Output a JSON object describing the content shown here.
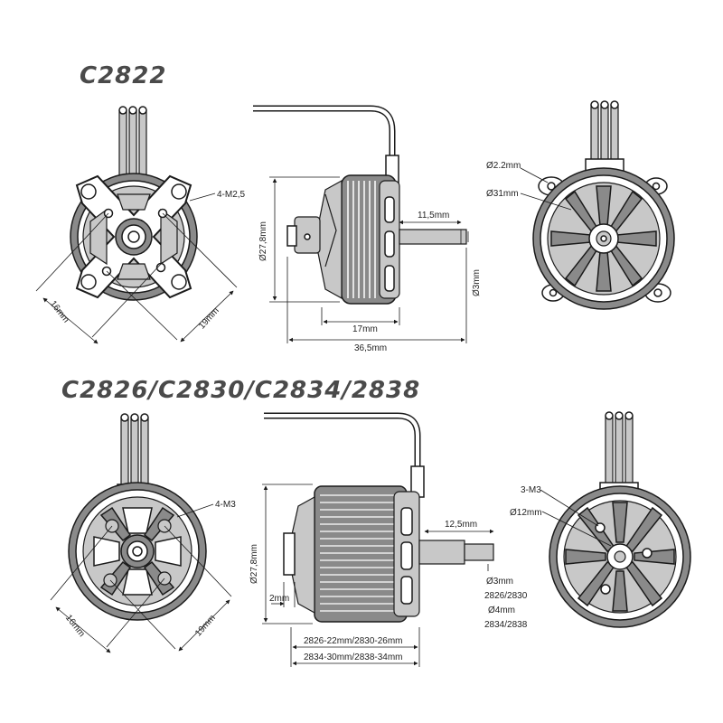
{
  "titles": {
    "top": "C2822",
    "bottom": "C2826/C2830/C2834/2838"
  },
  "top": {
    "front_mount": "4-M2,5",
    "front_dim_left": "16mm",
    "front_dim_right": "19mm",
    "side_diameter": "Ø27,8mm",
    "side_shaft_len": "11,5mm",
    "side_shaft_dia": "Ø3mm",
    "side_len_a": "17mm",
    "side_len_b": "36,5mm",
    "rear_hole": "Ø2.2mm",
    "rear_dia": "Ø31mm"
  },
  "bottom": {
    "front_mount": "4-M3",
    "front_dim_left": "16mm",
    "front_dim_right": "19mm",
    "side_diameter": "Ø27,8mm",
    "side_shaft_len": "12,5mm",
    "side_step": "2mm",
    "shaft_a": "Ø3mm",
    "shaft_a_models": "2826/2830",
    "shaft_b": "Ø4mm",
    "shaft_b_models": "2834/2838",
    "len_a": "2826-22mm/2830-26mm",
    "len_b": "2834-30mm/2838-34mm",
    "rear_mount": "3-M3",
    "rear_dia": "Ø12mm"
  }
}
